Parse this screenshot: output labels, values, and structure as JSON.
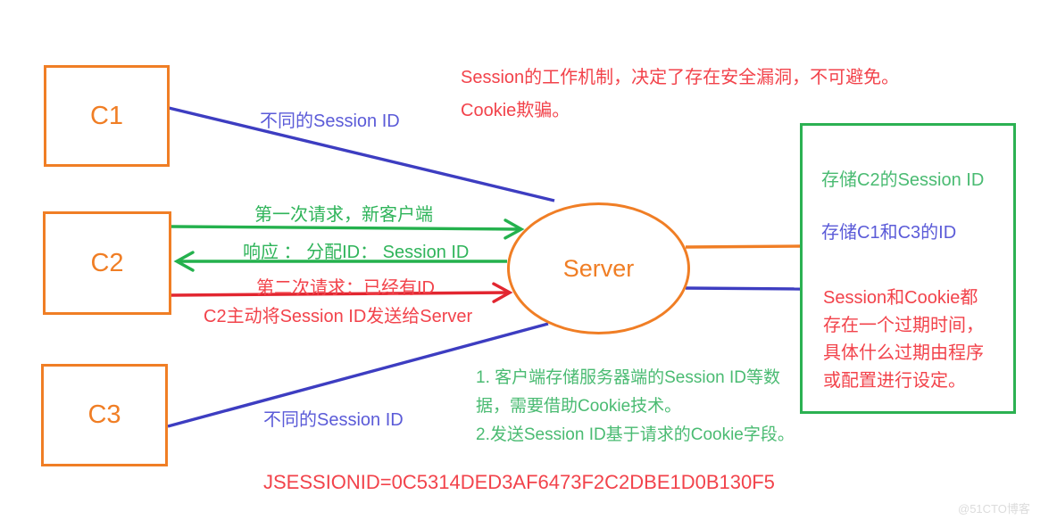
{
  "colors": {
    "orange": "#F07E25",
    "green_border_arrow": "#24B14D",
    "green_text_light": "#4ABB72",
    "blue_line": "#3D3DC1",
    "blue_text": "#5B5BD8",
    "red_text": "#F2434B",
    "red_arrow": "#E22630",
    "watermark_gray": "#DCDCDC",
    "background": "#FFFFFF"
  },
  "clients": [
    {
      "label": "C1"
    },
    {
      "label": "C2"
    },
    {
      "label": "C3"
    }
  ],
  "server": {
    "label": "Server"
  },
  "top_note": {
    "line1": "Session的工作机制，决定了存在安全漏洞，不可避免。",
    "line2": "Cookie欺骗。"
  },
  "links": {
    "c1_label": "不同的Session ID",
    "c3_label": "不同的Session ID"
  },
  "exchange": {
    "request1": "第一次请求，新客户端",
    "response": "响应 ： 分配ID： Session ID",
    "request2": "第二次请求：已经有ID",
    "request2_note": "C2主动将Session ID发送给Server"
  },
  "store_box": {
    "c2_line": "存储C2的Session ID",
    "c1c3_line": "存储C1和C3的ID",
    "expiry": [
      "Session和Cookie都",
      "存在一个过期时间，",
      "具体什么过期由程序",
      "或配置进行设定。"
    ]
  },
  "cookie_notes": [
    "1. 客户端存储服务器端的Session ID等数",
    "据，需要借助Cookie技术。",
    "2.发送Session ID基于请求的Cookie字段。"
  ],
  "jsessionid": "JSESSIONID=0C5314DED3AF6473F2C2DBE1D0B130F5",
  "watermark": "@51CTO博客"
}
